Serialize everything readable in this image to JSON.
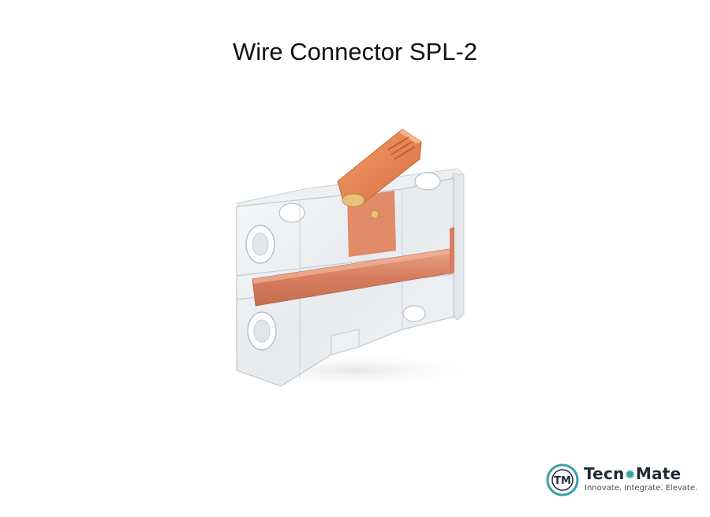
{
  "title": "Wire Connector SPL-2",
  "brand": {
    "name_part1": "Tecn",
    "name_part2": "Mate",
    "tagline": "Innovate. Integrate. Elevate.",
    "logo_letters": "TM",
    "accent_color": "#3aa0a6"
  },
  "colors": {
    "lever_orange": "#e88a5c",
    "copper": "#d9866a",
    "clear_plastic": "#eef1f3"
  },
  "icons": [
    "tecnomate-logo-icon",
    "gear-icon"
  ]
}
